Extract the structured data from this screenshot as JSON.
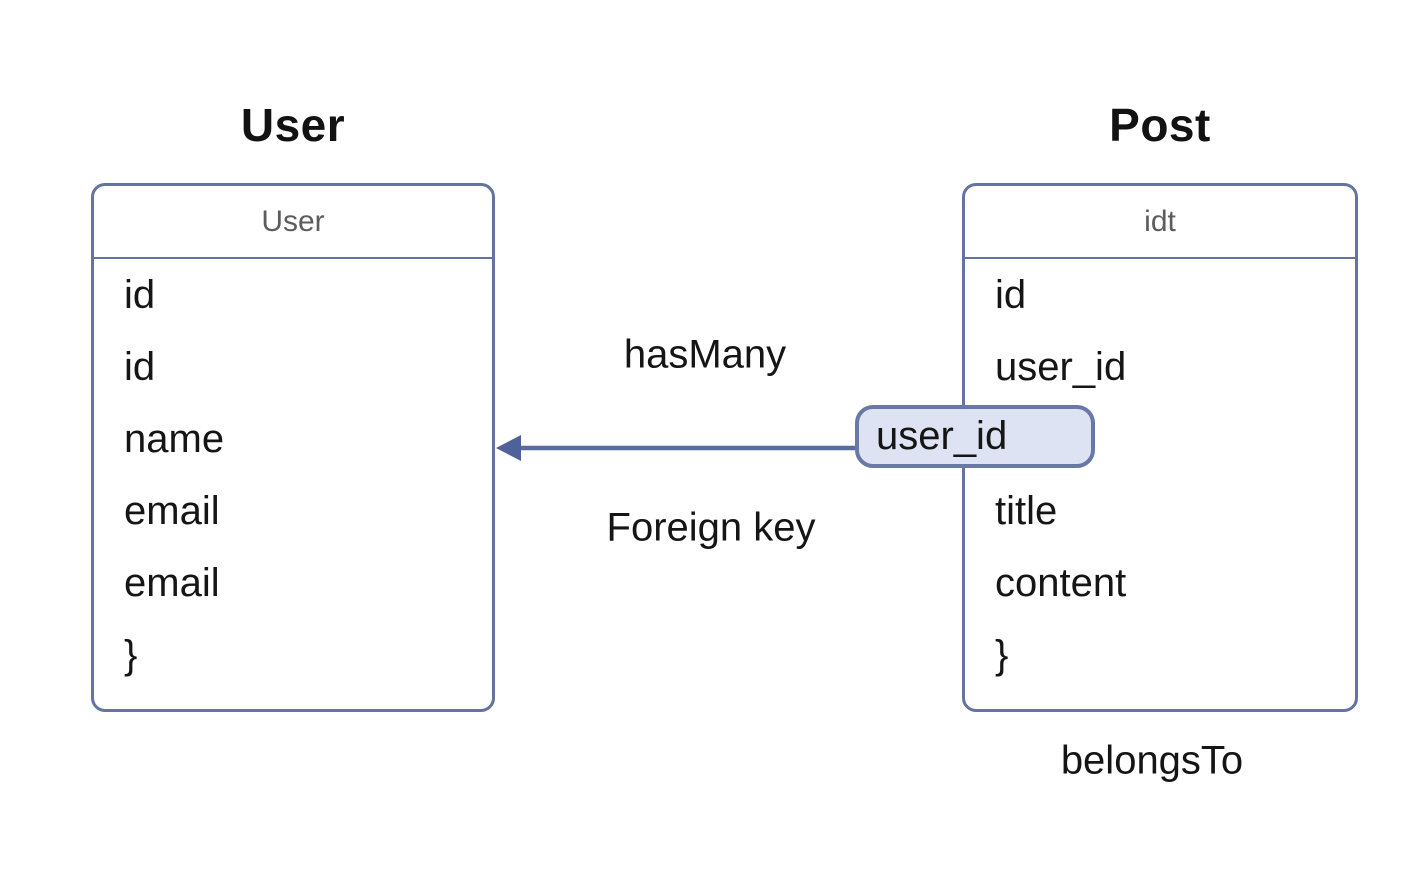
{
  "user_entity": {
    "title": "User",
    "header": "User",
    "fields": [
      "id",
      "id",
      "name",
      "email",
      "email",
      "}"
    ]
  },
  "post_entity": {
    "title": "Post",
    "header": "idt",
    "fields_top": [
      "id",
      "user_id"
    ],
    "fields_bottom": [
      "title",
      "content",
      "}"
    ]
  },
  "relationship": {
    "badge_label": "user_id",
    "label_top": "hasMany",
    "label_bottom": "Foreign key",
    "label_bottom_right": "belongsTo"
  },
  "colors": {
    "box_border": "#64739f",
    "arrow": "#5a6b9d",
    "arrowhead": "#4f6199",
    "badge_fill": "#dde3f2",
    "badge_border": "#6879a8",
    "header_text": "#5c5c5c",
    "body_text": "#151515",
    "background": "#ffffff"
  }
}
